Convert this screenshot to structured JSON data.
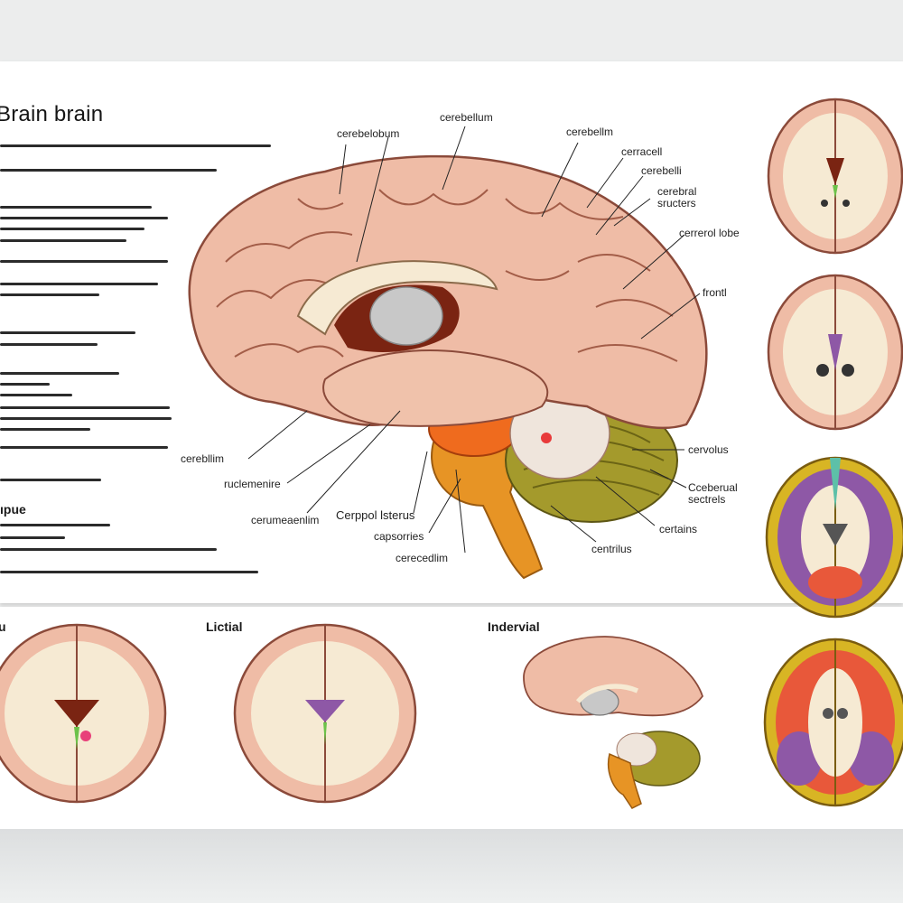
{
  "title": "Brain brain",
  "section_heading": "ıpue",
  "labels": {
    "cerebrum_top": "cerebelobum",
    "cerebellum_top": "cerebellum",
    "cerebellum_top2": "cerebellm",
    "cerrecell": "cerracell",
    "cerebelli": "cerebelli",
    "cerebral_structures": "cerebral sructers",
    "central_lobe": "cerrerol lobe",
    "frontal": "frontl",
    "cerebellum_left": "cerebllim",
    "ventricular": "ruclemenire",
    "commissure": "cerumeaenlim",
    "cerebral_ventricles": "Cerppol lsterus",
    "capsules": "capsorries",
    "cerecellar": "cerecedlim",
    "cervolus": "cervolus",
    "cerebral_secrets": "Cceberual sectrels",
    "certains": "certains",
    "ventricles": "centrilus"
  },
  "bottom_labels": {
    "left": "u",
    "lateral": "Lictial",
    "interval": "Indervial"
  },
  "colors": {
    "cortex": "#efbca6",
    "cortex_line": "#8b4a3a",
    "white_matter": "#f6ead3",
    "cerebellum": "#a49a2c",
    "brainstem": "#e79425",
    "thalamus": "#c8c8c8",
    "purple": "#8e58a6",
    "yellow_ring": "#d8b524",
    "red_orange": "#e8583a"
  },
  "icons": {
    "main_figure": "sagittal-brain-illustration",
    "axial_slices": "axial-brain-slice"
  }
}
